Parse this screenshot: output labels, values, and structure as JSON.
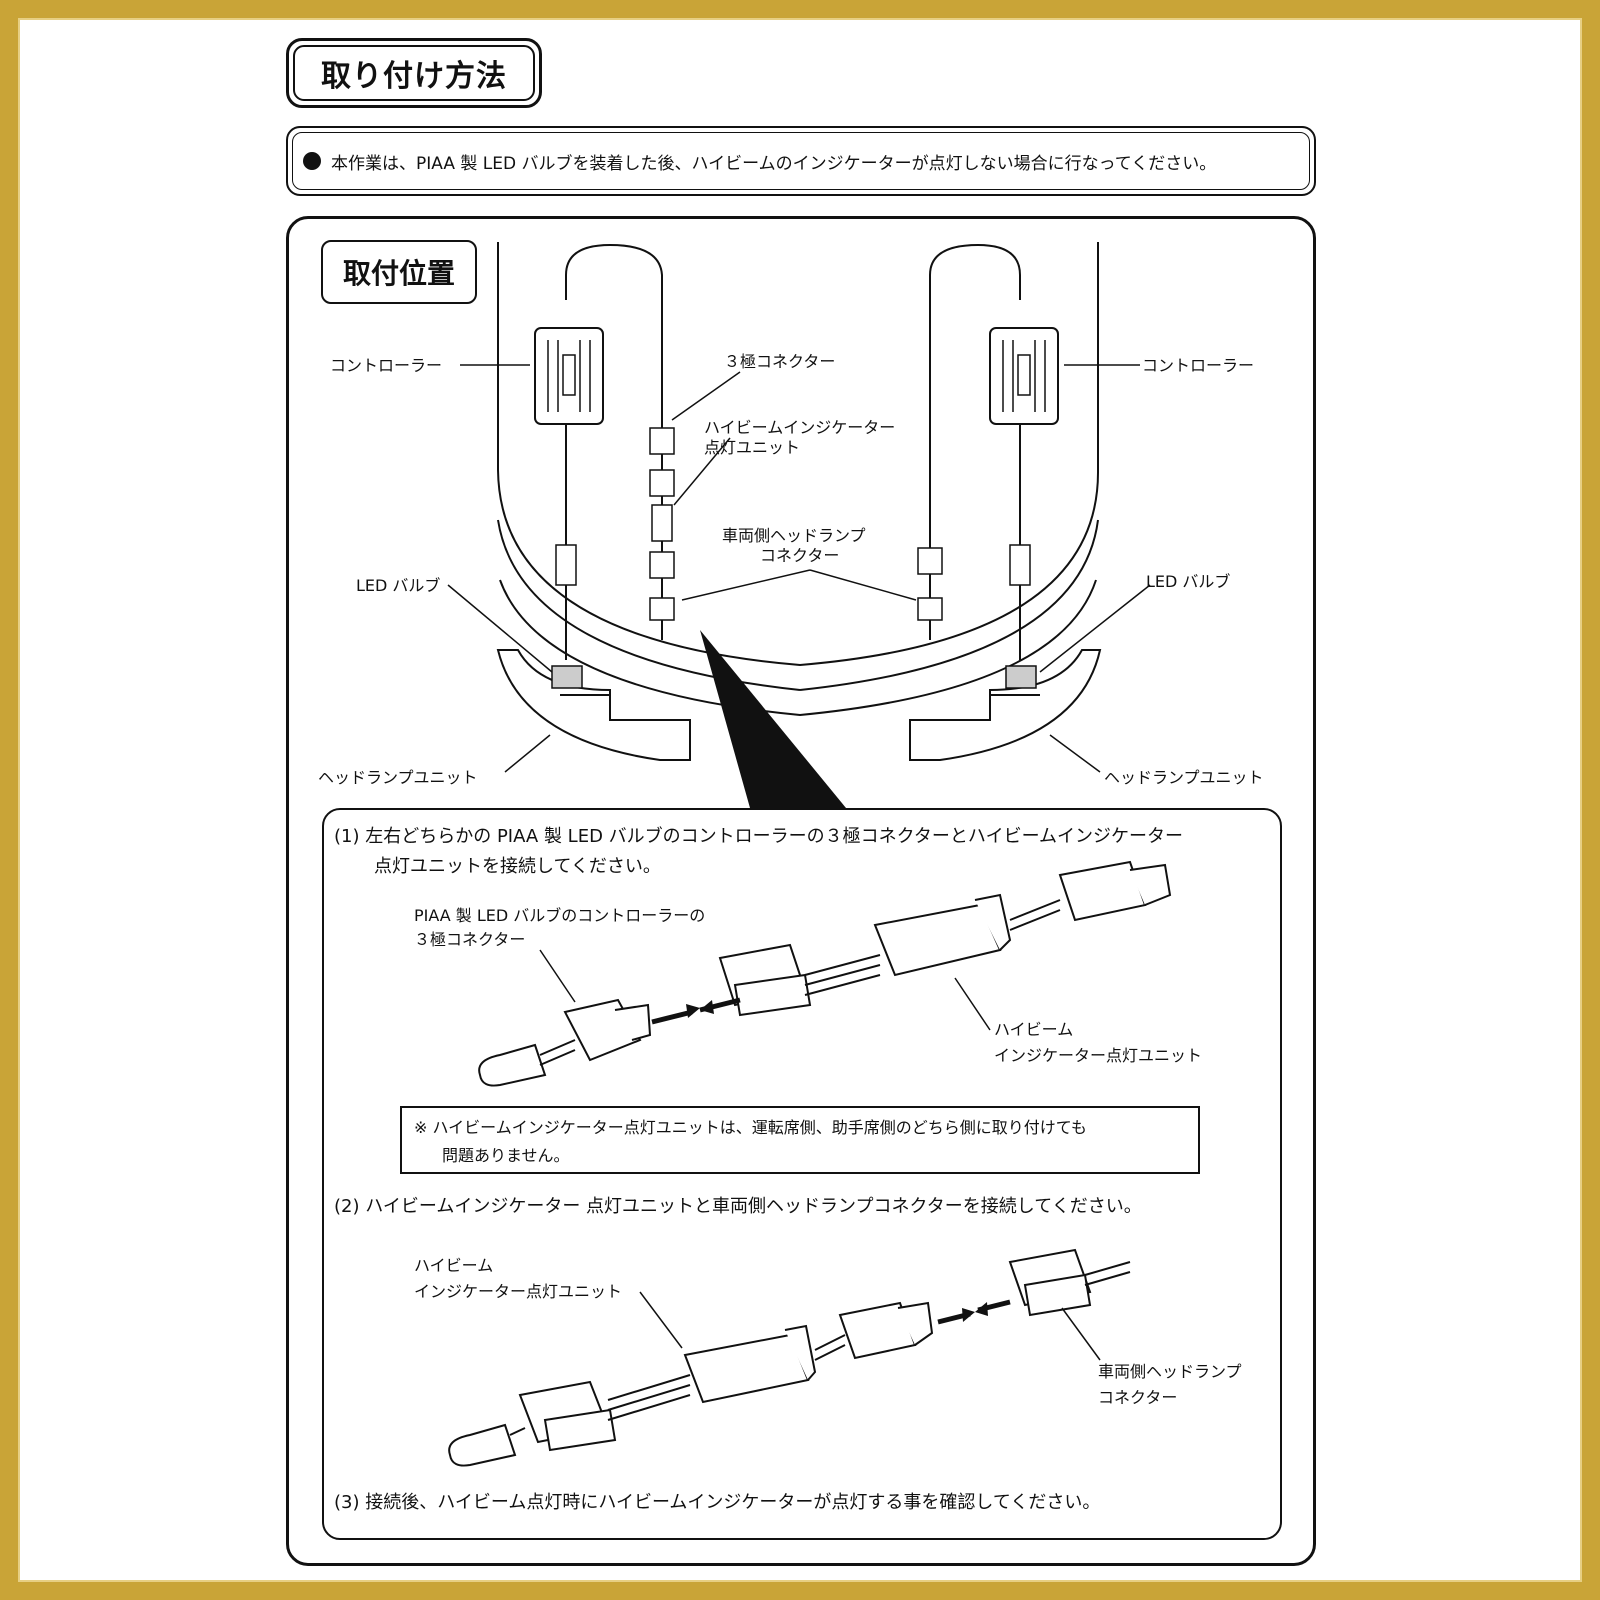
{
  "header": {
    "title": "取り付け方法",
    "note": "本作業は、PIAA 製 LED バルブを装着した後、ハイビームのインジケーターが点灯しない場合に行なってください。"
  },
  "install_position": {
    "label": "取付位置",
    "left_controller": "コントローラー",
    "right_controller": "コントローラー",
    "three_pin_connector": "３極コネクター",
    "indicator_unit_line1": "ハイビームインジケーター",
    "indicator_unit_line2": "点灯ユニット",
    "vehicle_connector_line1": "車両側ヘッドランプ",
    "vehicle_connector_line2": "コネクター",
    "left_led_bulb": "LED バルブ",
    "right_led_bulb": "LED バルブ",
    "left_headlamp_unit": "ヘッドランプユニット",
    "right_headlamp_unit": "ヘッドランプユニット"
  },
  "steps": {
    "step1_line1": "(1) 左右どちらかの PIAA 製 LED バルブのコントローラーの３極コネクターとハイビームインジケーター",
    "step1_line2": "点灯ユニットを接続してください。",
    "step1_connector_line1": "PIAA 製 LED バルブのコントローラーの",
    "step1_connector_line2": "３極コネクター",
    "step1_unit_line1": "ハイビーム",
    "step1_unit_line2": "インジケーター点灯ユニット",
    "caution_line1": "※ ハイビームインジケーター点灯ユニットは、運転席側、助手席側のどちら側に取り付けても",
    "caution_line2": "問題ありません。",
    "step2": "(2) ハイビームインジケーター 点灯ユニットと車両側ヘッドランプコネクターを接続してください。",
    "step2_unit_line1": "ハイビーム",
    "step2_unit_line2": "インジケーター点灯ユニット",
    "step2_vehicle_line1": "車両側ヘッドランプ",
    "step2_vehicle_line2": "コネクター",
    "step3": "(3) 接続後、ハイビーム点灯時にハイビームインジケーターが点灯する事を確認してください。"
  }
}
